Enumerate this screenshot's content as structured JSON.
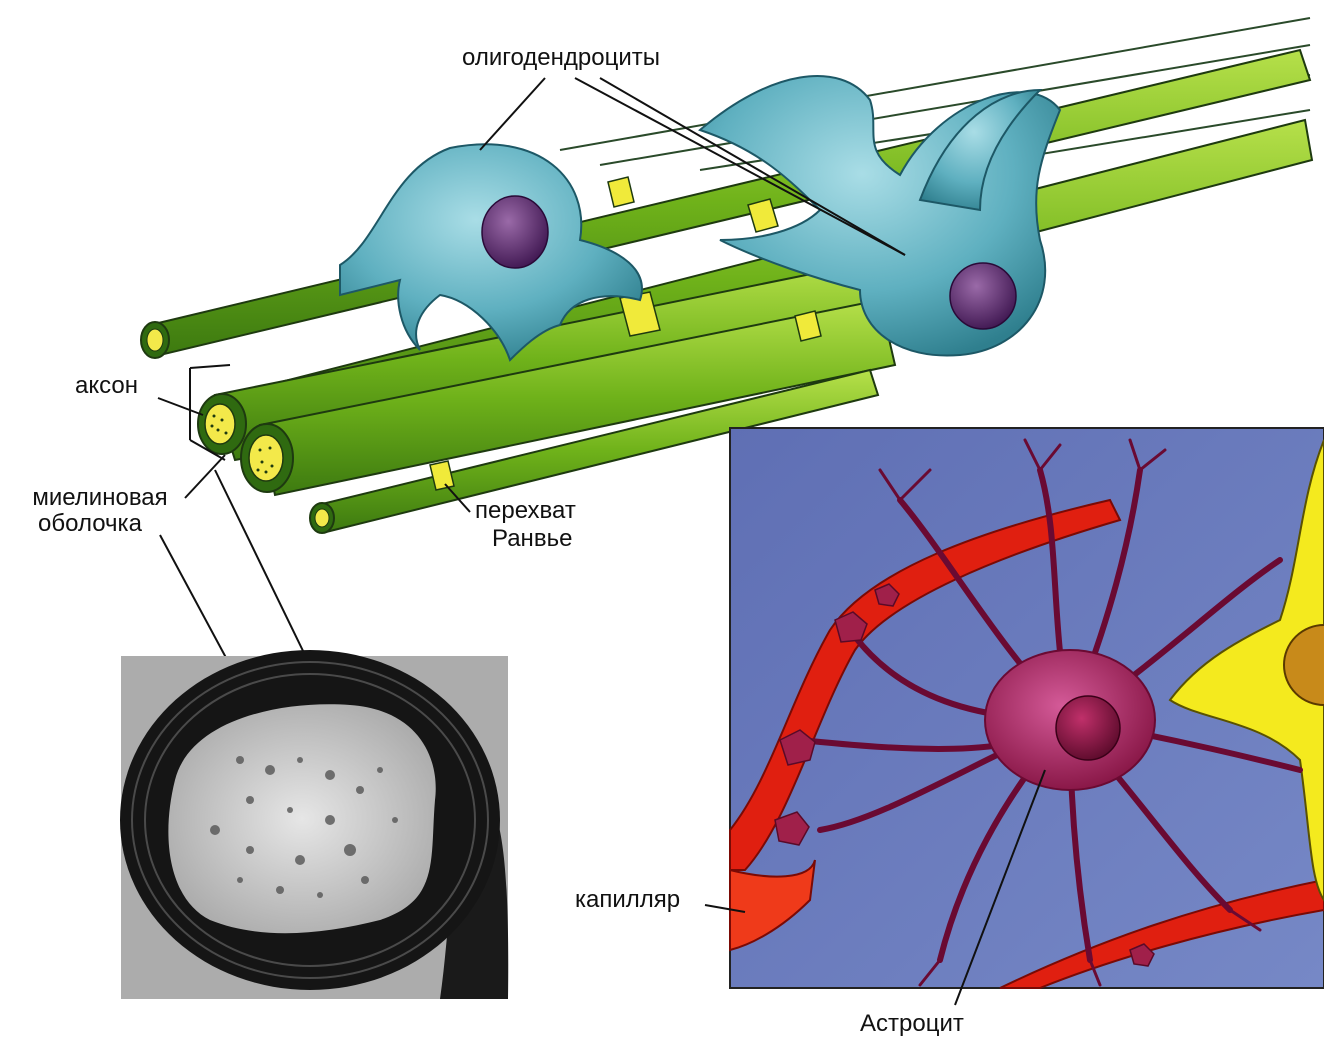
{
  "labels": {
    "oligodendrocytes": "олигодендроциты",
    "axon": "аксон",
    "myelin_line1": "миелиновая",
    "myelin_line2": "оболочка",
    "node_line1": "перехват",
    "node_line2": "Ранвье",
    "capillary": "капилляр",
    "astrocyte": "Астроцит"
  },
  "colors": {
    "myelin_green": "#7cc21a",
    "oligodendrocyte_teal": "#66b4c2",
    "node_yellow": "#f0ea3a",
    "nucleus_purple": "#5a2a6a",
    "astrocyte_magenta": "#a0205a",
    "capillary_red": "#e02010",
    "panel_blue": "#6a7cbc",
    "neuron_yellow": "#f4ea1e"
  }
}
